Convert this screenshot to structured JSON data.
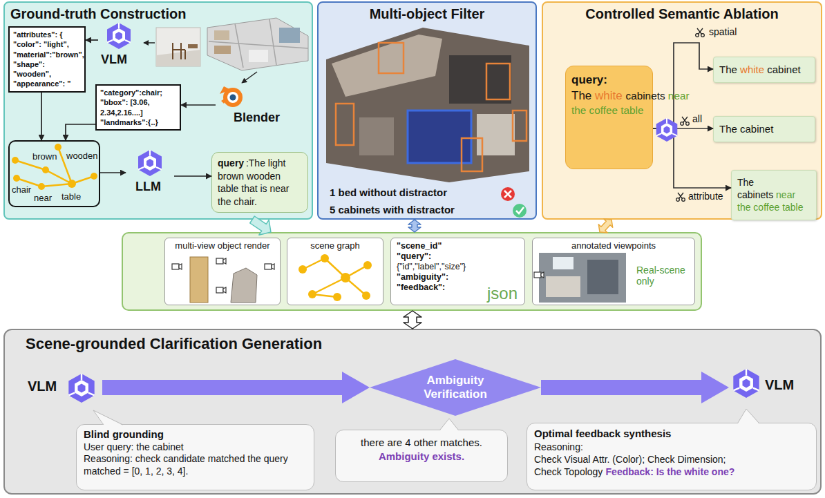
{
  "diagram": {
    "nodes": [
      {
        "text": [
          "Ground-truth Construction"
        ]
      },
      {
        "text": [
          "\"attributes\": { \"color\": \"light\", \"material\":\"brown\", \"shape\": \"wooden\", \"appearance\": \""
        ],
        "in": 0
      },
      {
        "text": [
          "VLM"
        ],
        "in": 0
      },
      {
        "text": [
          "\"category\":chair; \"bbox\": [3.06, 2.34,2.16....] \"landmarks\":{..}"
        ],
        "in": 0
      },
      {
        "text": [
          "Blender"
        ],
        "in": 0
      },
      {
        "text": [
          "brown",
          "wooden",
          "chair",
          "near",
          "table"
        ],
        "in": 0
      },
      {
        "text": [
          "LLM"
        ],
        "in": 0
      },
      {
        "text": [
          "query",
          ":The light brown wooden table that is near the chair."
        ],
        "in": 0
      },
      {
        "text": [
          "Multi-object Filter",
          "1 bed without distractor",
          "5 cabinets with distractor"
        ]
      },
      {
        "text": [
          "Controlled Semantic Ablation"
        ]
      },
      {
        "text": [
          "query:",
          "The",
          "white",
          "cabinets",
          "near the coffee table"
        ],
        "in": 9
      },
      {
        "text": [
          "The",
          "white",
          "cabinet"
        ],
        "in": 9
      },
      {
        "text": [
          "The cabinet"
        ],
        "in": 9
      },
      {
        "text": [
          "The cabinets",
          "near the coffee table"
        ],
        "in": 9
      },
      {
        "text": []
      },
      {
        "text": [
          "multi-view object render"
        ],
        "in": 14
      },
      {
        "text": [
          "scene graph"
        ],
        "in": 14
      },
      {
        "text": [
          "\"scene_id\"",
          "\"query\":",
          "{\"id\",\"label\",\"size\"}",
          "\"ambiguity\":",
          "\"feedback\":",
          "json"
        ],
        "in": 14
      },
      {
        "text": [
          "annotated viewpoints",
          "Real-scene only"
        ],
        "in": 14
      },
      {
        "text": [
          "Scene-grounded Clarification Generation"
        ]
      },
      {
        "text": [
          "VLM"
        ],
        "in": 19
      },
      {
        "text": [
          "Blind grounding",
          "User query: the cabinet",
          "Reasoning: check candidate matched the query matched = [0, 1, 2, 3, 4]."
        ],
        "in": 19
      },
      {
        "text": [
          "Ambiguity Verification"
        ],
        "in": 19
      },
      {
        "text": [
          "there are 4 other matches.",
          "Ambiguity exists."
        ],
        "in": 19
      },
      {
        "text": [
          "VLM"
        ],
        "in": 19
      },
      {
        "text": [
          "Optimal feedback synthesis",
          "Reasoning:",
          "Check Visual Attr. (Color); Check Dimension;",
          "Check Topology",
          "Feedback: Is the white one?"
        ],
        "in": 19
      }
    ],
    "edges": [
      {
        "from": 2,
        "to": 1,
        "arrow": "to"
      },
      {
        "from": 4,
        "to": 3,
        "arrow": "to"
      },
      {
        "from": 1,
        "to": 5,
        "arrow": "to"
      },
      {
        "from": 3,
        "to": 5,
        "arrow": "to"
      },
      {
        "from": 5,
        "to": 6,
        "arrow": "to"
      },
      {
        "from": 6,
        "to": 7,
        "arrow": "to"
      },
      {
        "from": 10,
        "to": 11,
        "label": "spatial",
        "arrow": "to"
      },
      {
        "from": 10,
        "to": 12,
        "label": "all",
        "arrow": "to"
      },
      {
        "from": 10,
        "to": 13,
        "label": "attribute",
        "arrow": "to"
      },
      {
        "from": 0,
        "to": 14,
        "arrow": "to"
      },
      {
        "from": 8,
        "to": 14,
        "arrow": "both"
      },
      {
        "from": 9,
        "to": 14,
        "arrow": "both"
      },
      {
        "from": 14,
        "to": 19,
        "arrow": "both"
      },
      {
        "from": 20,
        "to": 22,
        "arrow": "to"
      },
      {
        "from": 22,
        "to": 24,
        "arrow": "to"
      }
    ]
  }
}
